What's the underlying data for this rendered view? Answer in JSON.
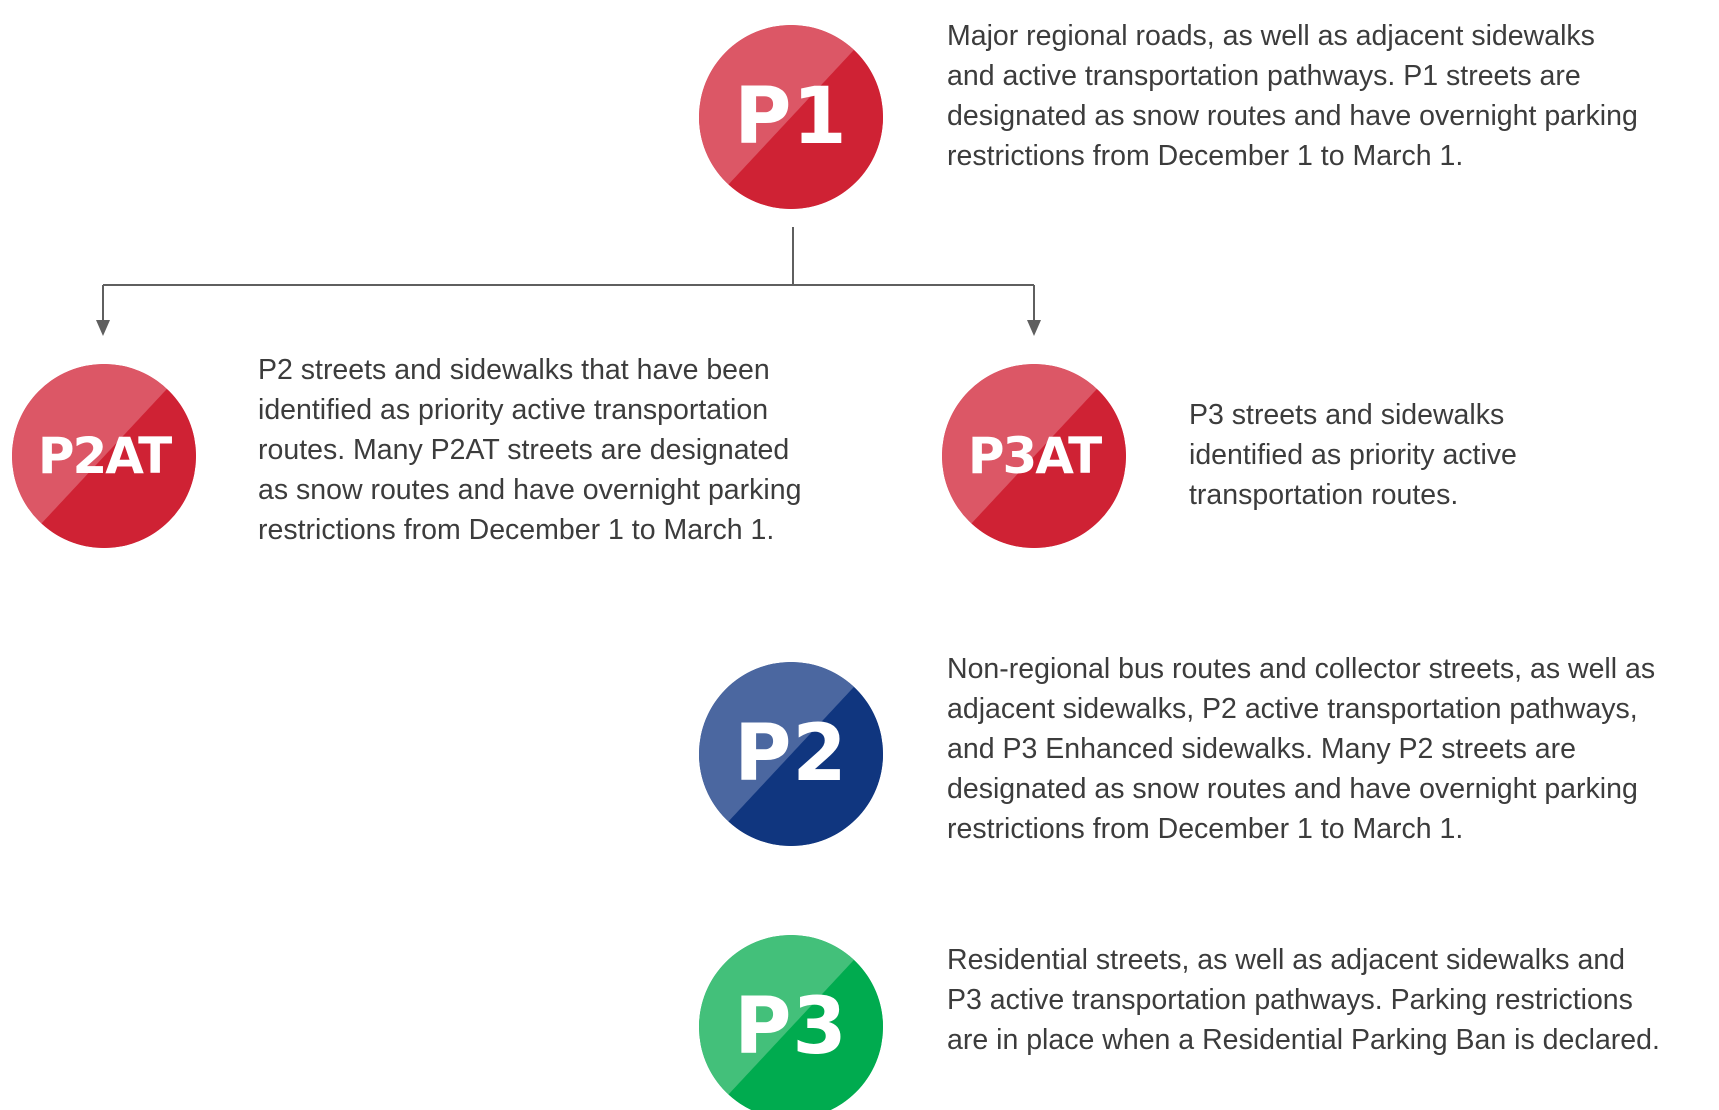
{
  "colors": {
    "red_dark": "#cf2234",
    "red_light": "#dc5766",
    "blue_dark": "#10367f",
    "blue_light": "#4b67a0",
    "green_dark": "#00ab4f",
    "green_light": "#43c07a",
    "text": "#3c3c3c",
    "connector": "#5f5f5f"
  },
  "tiers": {
    "p1": {
      "badge": "P1",
      "lines": [
        "Major regional roads, as well as adjacent sidewalks",
        "and active transportation pathways. P1 streets are",
        "designated as snow routes and have overnight parking",
        "restrictions from December 1 to March 1."
      ]
    },
    "p2at": {
      "badge": "P2AT",
      "lines": [
        "P2 streets and sidewalks that have been",
        "identified as priority active transportation",
        "routes. Many P2AT streets are designated",
        "as snow routes and have overnight parking",
        "restrictions from December 1 to March 1."
      ]
    },
    "p3at": {
      "badge": "P3AT",
      "lines": [
        "P3 streets and sidewalks",
        "identified as priority active",
        "transportation routes."
      ]
    },
    "p2": {
      "badge": "P2",
      "lines": [
        "Non-regional bus routes and collector streets, as well as",
        "adjacent sidewalks, P2 active transportation pathways,",
        "and P3 Enhanced sidewalks. Many P2 streets are",
        "designated as snow routes and have overnight parking",
        "restrictions from December 1 to March 1."
      ]
    },
    "p3": {
      "badge": "P3",
      "lines": [
        "Residential streets, as well as adjacent sidewalks and",
        "P3 active transportation pathways. Parking restrictions",
        "are in place when a Residential Parking Ban is declared."
      ]
    }
  }
}
